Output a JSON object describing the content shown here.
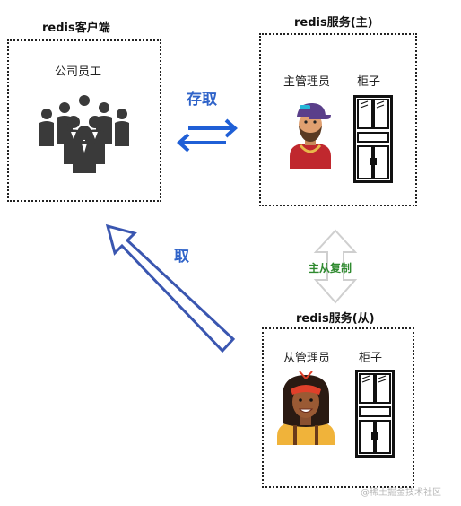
{
  "client": {
    "title": "redis客户端",
    "label": "公司员工",
    "icon": "crowd-of-employees-icon"
  },
  "master": {
    "title": "redis服务(主)",
    "person_label": "主管理员",
    "cabinet_label": "柜子",
    "person_icon": "male-admin-avatar-icon",
    "cabinet_icon": "cabinet-icon"
  },
  "slave": {
    "title": "redis服务(从)",
    "person_label": "从管理员",
    "cabinet_label": "柜子",
    "person_icon": "female-admin-avatar-icon",
    "cabinet_icon": "cabinet-icon"
  },
  "arrows": {
    "store_fetch": "存取",
    "fetch": "取",
    "replication": "主从复制"
  },
  "watermark": "@稀土掘金技术社区",
  "colors": {
    "blue_label": "#2f63c9",
    "blue_arrow": "#1f5fd6",
    "green_label": "#2f8a2f",
    "outline_arrow": "#3a56b0"
  }
}
